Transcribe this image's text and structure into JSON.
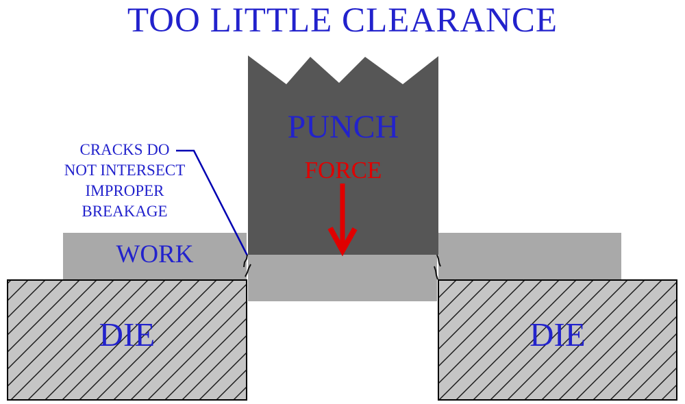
{
  "title": "TOO LITTLE CLEARANCE",
  "punch": {
    "label": "PUNCH"
  },
  "force": {
    "label": "FORCE"
  },
  "annotation": {
    "lines": [
      "CRACKS DO",
      "NOT INTERSECT",
      "IMPROPER",
      "BREAKAGE"
    ]
  },
  "work": {
    "label": "WORK"
  },
  "dies": {
    "left_label": "DIE",
    "right_label": "DIE"
  },
  "colors": {
    "text_blue": "#2222cc",
    "force_red": "#e00000",
    "punch_gray": "#565656",
    "work_gray": "#a9a9a9",
    "die_gray": "#c5c5c5",
    "hatch_line": "#1a1a1a",
    "die_outline": "#000000",
    "leader_blue": "#0000b2",
    "crack_black": "#111111"
  }
}
